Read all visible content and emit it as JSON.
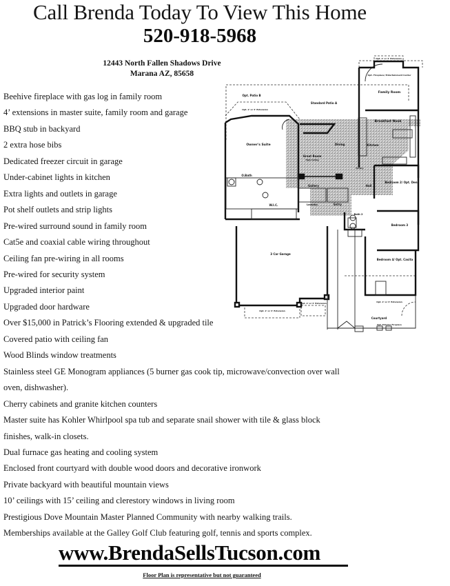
{
  "header": {
    "headline": "Call Brenda Today To View This Home",
    "phone": "520-918-5968"
  },
  "address": {
    "street": "12443 North Fallen Shadows Drive",
    "city_state_zip": "Marana AZ, 85658"
  },
  "features": [
    "Beehive fireplace with gas log in family room",
    "4’ extensions in master suite, family room and garage",
    "BBQ stub in backyard",
    "2 extra hose bibs",
    "Dedicated freezer circuit in garage",
    "Under-cabinet lights in kitchen",
    "Extra lights and outlets in garage",
    "Pot shelf outlets and strip lights",
    "Pre-wired surround sound in family room",
    "Cat5e and coaxial cable wiring throughout",
    "Ceiling fan pre-wiring in all rooms",
    "Pre-wired for security system",
    "Upgraded interior paint",
    "Upgraded door hardware",
    "Over $15,000 in Patrick’s Flooring extended &  upgraded tile",
    "Covered patio with ceiling fan",
    "Wood Blinds window treatments",
    "Stainless steel GE Monogram appliances (5 burner gas cook tip, microwave/convection over wall oven, dishwasher).",
    "Cherry cabinets and granite kitchen counters",
    "Master suite has Kohler Whirlpool spa tub and separate snail shower with tile & glass block finishes, walk-in closets.",
    "Dual furnace gas heating and cooling system",
    "Enclosed front courtyard with double wood doors and decorative ironwork",
    "Private backyard with beautiful mountain views",
    "10’ ceilings with 15’ ceiling and clerestory windows in living room",
    "Prestigious Dove Mountain Master Planned Community with nearby walking trails.",
    "Memberships available at the Galley Golf Club featuring golf, tennis and sports complex."
  ],
  "floor_plan": {
    "rooms": {
      "opt_extension_top": "Opt. 2' or 4' Extension",
      "opt_fireplace": "Opt. Fireplace/ Entertainment Center",
      "family_room": "Family Room",
      "opt_patio_b": "Opt. Patio B",
      "standard_patio_a": "Standard Patio A",
      "opt_extension_owner": "Opt. 2' or 4' Extension",
      "breakfast_nook": "Breakfast Nook",
      "owners_suite": "Owner's Suite",
      "dining": "Dining",
      "kitchen": "Kitchen",
      "great_room": "Great Room",
      "great_room_sub": "High Ceiling",
      "pantry": "Pantry",
      "o_bath": "O.Bath",
      "gallery": "Gallery",
      "hall": "Hall",
      "bedroom_2": "Bedroom 2/ Opt. Den",
      "wic": "W.I.C.",
      "laundry": "Laundry",
      "entry": "Entry",
      "bath_2": "Bath 2",
      "bedroom_3": "Bedroom 3",
      "garage": "3 Car Garage",
      "bedroom_4": "Bedroom 4/ Opt. Casita",
      "opt_extension_garage": "Opt. 2' or 4' Extension",
      "opt_extension_garage_2": "Opt. 2' or 4' Extension",
      "opt_extension_bed4": "Opt. 2' or 4' Extension",
      "courtyard": "Courtyard",
      "opt_exterior_fireplace": "Opt. Exterior Fireplace"
    }
  },
  "footer": {
    "website": "www.BrendaSellsTucson.com",
    "disclaimer": "Floor Plan is representative but not guaranteed"
  }
}
